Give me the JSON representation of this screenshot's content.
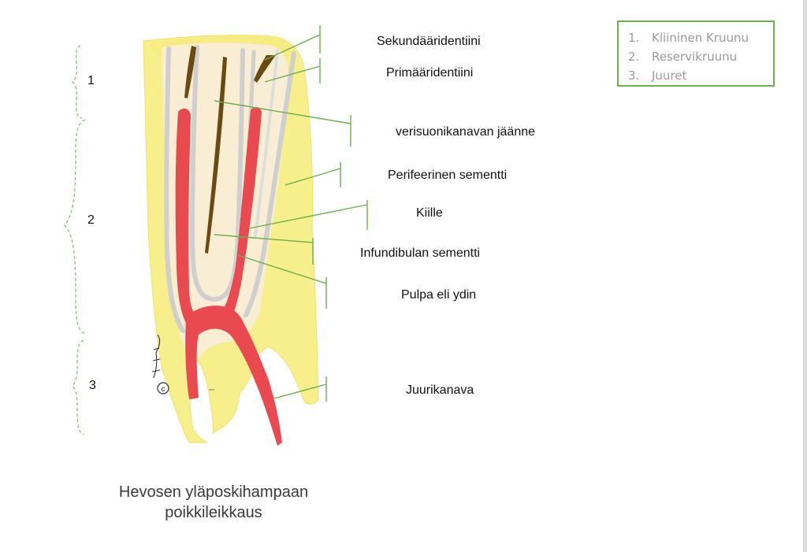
{
  "labels": {
    "secondary_dentin": "Sekundääridentiini",
    "primary_dentin": "Primääridentiini",
    "vessel_canal_remnant": "verisuonikanavan jäänne",
    "peripheral_cementum": "Perifeerinen sementti",
    "enamel": "Kiille",
    "infundibular_cementum": "Infundibulan sementti",
    "pulp": "Pulpa eli ydin",
    "root_canal": "Juurikanava"
  },
  "sections": [
    "1",
    "2",
    "3"
  ],
  "legend": [
    {
      "num": "1.",
      "text": "Kliininen Kruunu"
    },
    {
      "num": "2.",
      "text": "Reservikruunu"
    },
    {
      "num": "3.",
      "text": "Juuret"
    }
  ],
  "caption": {
    "line1": "Hevosen yläposkihampaan",
    "line2": "poikkileikkaus"
  },
  "colors": {
    "cementum": "#f7ef8c",
    "dentin": "#f9eed4",
    "enamel": "#cfcfcf",
    "pulp": "#e84a4f",
    "vessel_remnant": "#6b4a12",
    "pointer": "#6ab04c",
    "legend_border": "#6ab04c"
  }
}
